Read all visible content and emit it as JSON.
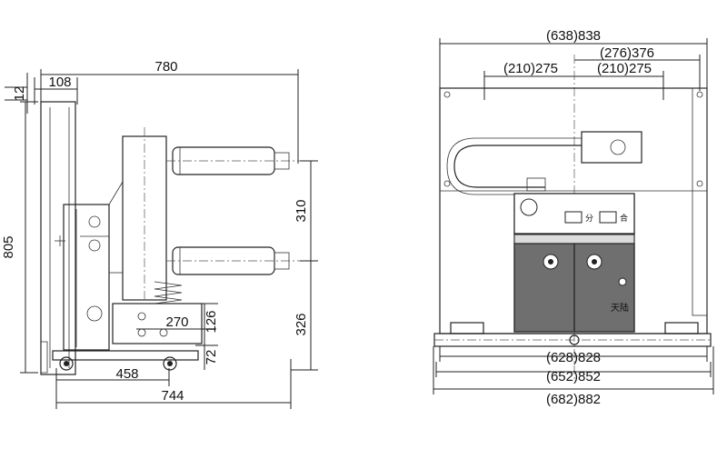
{
  "side_view": {
    "dims": {
      "top_12": "12",
      "top_108": "108",
      "top_780": "780",
      "left_805": "805",
      "right_310": "310",
      "right_326": "326",
      "mid_270": "270",
      "mid_126": "126",
      "mid_72": "72",
      "bottom_458": "458",
      "bottom_744": "744"
    }
  },
  "front_view": {
    "dims": {
      "top_overall": "(638)838",
      "top_right": "(276)376",
      "top_left_half": "(210)275",
      "top_right_half": "(210)275",
      "bottom_1": "(628)828",
      "bottom_2": "(652)852",
      "bottom_3": "(682)882"
    },
    "panel_labels": {
      "indicator_left": "分",
      "indicator_right": "合",
      "nameplate": "天陆"
    }
  }
}
